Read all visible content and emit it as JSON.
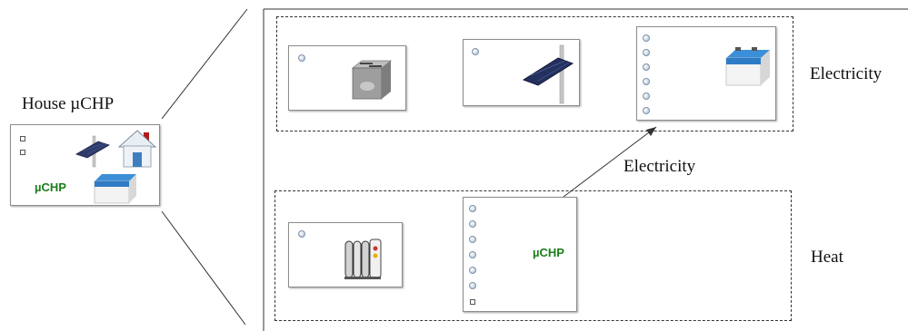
{
  "house": {
    "title": "House µCHP",
    "uchp_label": "µCHP"
  },
  "groups": {
    "electricity": {
      "label": "Electricity"
    },
    "heat": {
      "label": "Heat"
    }
  },
  "flow": {
    "arrow_label": "Electricity"
  },
  "heat_chp": {
    "uchp_label": "µCHP"
  },
  "colors": {
    "uchp_text": "#1a7f1a",
    "border": "#8c8c8c",
    "dashed": "#333333"
  }
}
